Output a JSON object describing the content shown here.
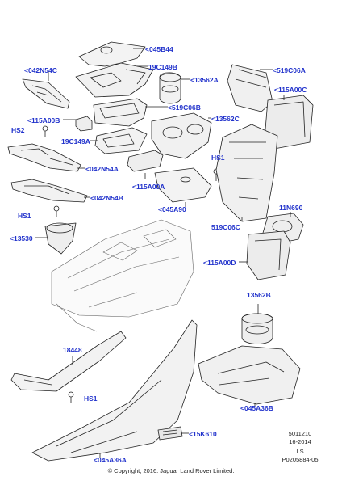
{
  "callouts": {
    "c045B44": "<045B44",
    "c042N54C": "<042N54C",
    "c19C149B": "19C149B",
    "c13562A": "<13562A",
    "c519C06A": "<519C06A",
    "c115A00C": "<115A00C",
    "c519C06B": "<519C06B",
    "c115A00B": "<115A00B",
    "c13562C": "<13562C",
    "cHS2": "HS2",
    "c19C149A": "19C149A",
    "c042N54A": "<042N54A",
    "cHS1a": "HS1",
    "c115A00A": "<115A00A",
    "c042N54B": "<042N54B",
    "c045A90": "<045A90",
    "c11N690": "11N690",
    "cHS1b": "HS1",
    "c519C06C": "519C06C",
    "c13530": "<13530",
    "c115A00D": "<115A00D",
    "c13562B": "13562B",
    "c18448": "18448",
    "c045A36B": "<045A36B",
    "cHS1c": "HS1",
    "c15K610": "<15K610",
    "c045A36A": "<045A36A"
  },
  "meta": {
    "ref1": "5011210",
    "ref2": "16-2014",
    "ref3": "LS",
    "ref4": "P0205884-05",
    "copyright": "© Copyright, 2016. Jaguar Land Rover Limited."
  }
}
